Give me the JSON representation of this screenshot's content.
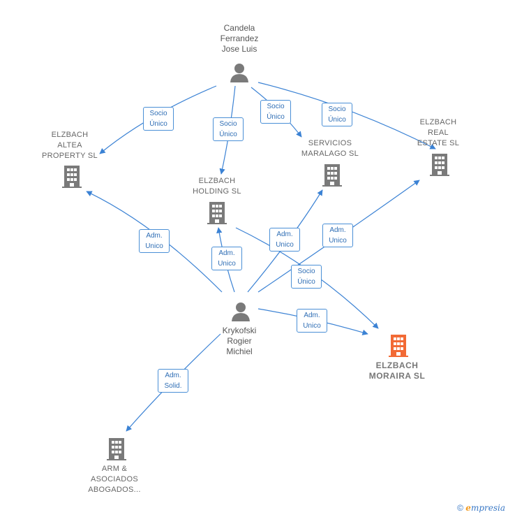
{
  "nodes": {
    "candela": "Candela\nFerrandez\nJose Luis",
    "krykofski": "Krykofski\nRogier\nMichiel",
    "altea": "ELZBACH\nALTEA\nPROPERTY  SL",
    "holding": "ELZBACH\nHOLDING  SL",
    "servicios": "SERVICIOS\nMARALAGO  SL",
    "real_estate": "ELZBACH\nREAL\nESTATE  SL",
    "moraira": "ELZBACH\nMORAIRA  SL",
    "arm": "ARM &\nASOCIADOS\nABOGADOS..."
  },
  "edges": {
    "socio_unico_1": "Socio\nÚnico",
    "socio_unico_2": "Socio\nÚnico",
    "socio_unico_3": "Socio\nÚnico",
    "socio_unico_4": "Socio\nÚnico",
    "adm_unico_altea": "Adm.\nUnico",
    "adm_unico_holding": "Adm.\nUnico",
    "adm_unico_servicios": "Adm.\nUnico",
    "adm_unico_real": "Adm.\nUnico",
    "socio_unico_moraira": "Socio\nÚnico",
    "adm_unico_moraira": "Adm.\nUnico",
    "adm_solid_arm": "Adm.\nSolid."
  },
  "footer": {
    "copyright": "©",
    "brand_e": "e",
    "brand_rest": "mpresia"
  },
  "colors": {
    "edge": "#3b82d4",
    "building": "#7a7a7a",
    "focus_building": "#f26a35",
    "person": "#7a7a7a"
  }
}
